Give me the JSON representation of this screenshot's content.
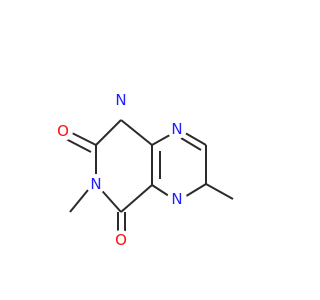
{
  "molecule": {
    "colors": {
      "bond": "#2b2b2b",
      "nitrogen": "#1f1fff",
      "oxygen": "#ff0d0d",
      "background": "#ffffff"
    },
    "atom_labels": {
      "n1": "N",
      "n3": "N",
      "n5": "N",
      "n8": "N",
      "o2": "O",
      "o4": "O"
    }
  }
}
